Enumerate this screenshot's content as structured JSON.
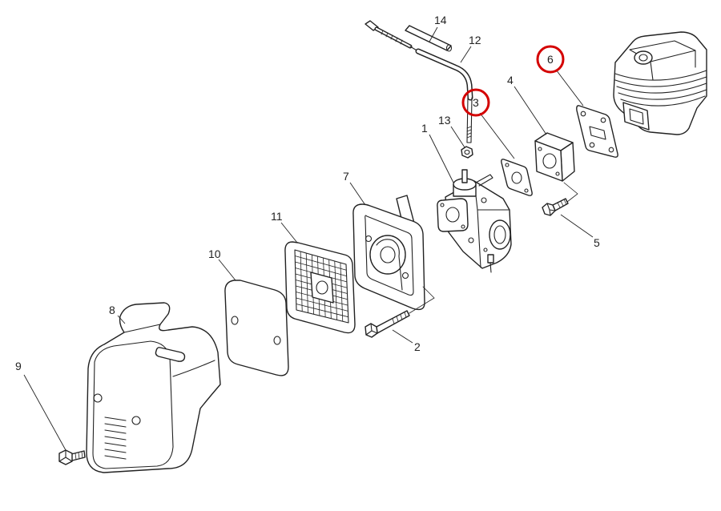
{
  "diagram": {
    "callouts": [
      {
        "label": "1",
        "circled": false
      },
      {
        "label": "2",
        "circled": false
      },
      {
        "label": "3",
        "circled": true
      },
      {
        "label": "4",
        "circled": false
      },
      {
        "label": "5",
        "circled": false
      },
      {
        "label": "6",
        "circled": true
      },
      {
        "label": "7",
        "circled": false
      },
      {
        "label": "8",
        "circled": false
      },
      {
        "label": "9",
        "circled": false
      },
      {
        "label": "10",
        "circled": false
      },
      {
        "label": "11",
        "circled": false
      },
      {
        "label": "12",
        "circled": false
      },
      {
        "label": "13",
        "circled": false
      },
      {
        "label": "14",
        "circled": false
      }
    ]
  },
  "style": {
    "highlight_color": "#d40000",
    "line_color": "#222222"
  }
}
